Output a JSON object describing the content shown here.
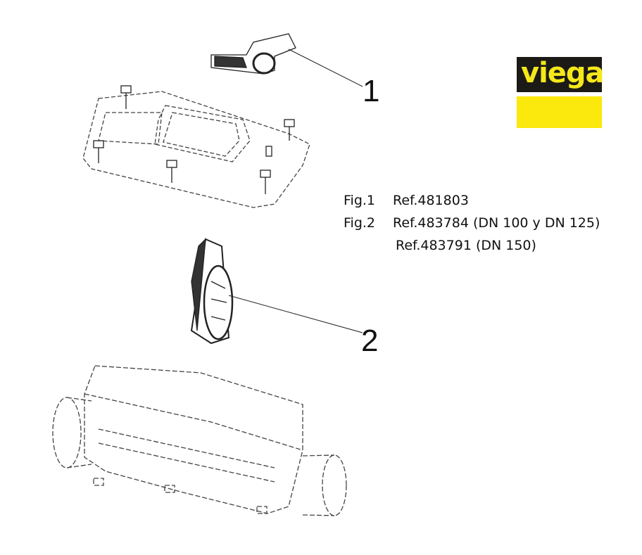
{
  "logo": {
    "text": "viega",
    "colors": {
      "dark": "#1c1a17",
      "yellow": "#fbe80d"
    }
  },
  "references": [
    {
      "fig": "Fig.1",
      "ref": "Ref.481803"
    },
    {
      "fig": "Fig.2",
      "ref": "Ref.483784 (DN 100 y DN 125)"
    },
    {
      "fig": "",
      "ref": "Ref.483791 (DN 150)"
    }
  ],
  "callouts": [
    "1",
    "2"
  ]
}
